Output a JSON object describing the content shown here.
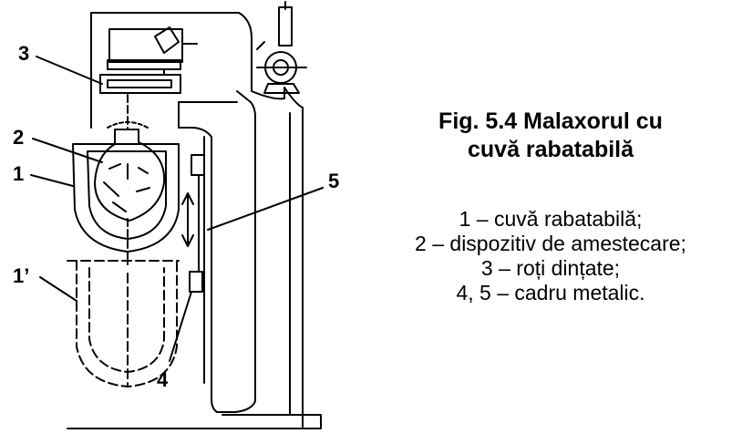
{
  "figure": {
    "title_line1": "Fig. 5.4 Malaxorul cu",
    "title_line2": "cuvă rabatabilă",
    "legend": [
      "1 – cuvă rabatabilă;",
      "2 – dispozitiv de amestecare;",
      "3 – roți dințate;",
      "4, 5 – cadru metalic."
    ]
  },
  "callouts": {
    "c1": "1",
    "c1p": "1’",
    "c2": "2",
    "c3": "3",
    "c4": "4",
    "c5": "5"
  }
}
